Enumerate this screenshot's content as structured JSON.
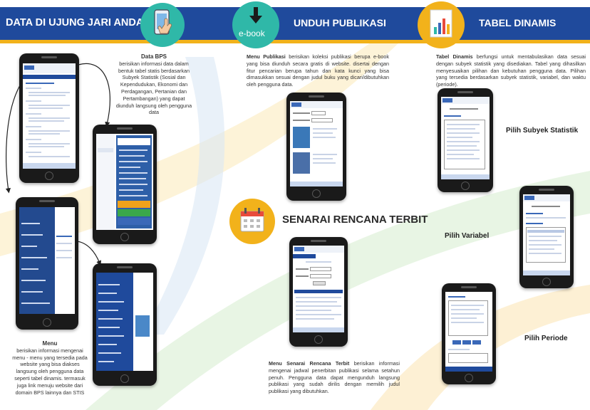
{
  "header": {
    "section1_title": "DATA DI UJUNG JARI ANDA",
    "section2_title": "UNDUH PUBLIKASI",
    "section3_title": "TABEL DINAMIS",
    "ebook_label": "e-book"
  },
  "data_bps": {
    "heading": "Data BPS",
    "text": "berisikan informasi data dalam bentuk tabel statis berdasarkan Subyek Statistik (Sosial dan Kependudukan, Ekonomi dan Perdagangan, Pertanian dan Pertambangan) yang dapat diunduh langsung oleh pengguna data"
  },
  "menu": {
    "heading": "Menu",
    "text": "berisikan informasi mengenai menu - menu yang tersedia pada website yang bisa diakses langsung oleh pengguna data seperti tabel dinamis. termasuk juga link menuju website dari domain BPS lainnya dan STIS"
  },
  "publikasi": {
    "heading": "Menu Publikasi",
    "text": "berisikan koleksi publikasi berupa e-book yang bisa diunduh secara gratis di website. disertai dengan fitur pencarian berupa tahun dan kata kunci yang bisa dimasukkan sesuai dengan judul buku yang dicari/dibutuhkan oleh pengguna data."
  },
  "senarai": {
    "title": "SENARAI RENCANA TERBIT",
    "heading": "Menu Senarai Rencana Terbit",
    "text": "berisikan informasi mengenai jadwal penerbitan publikasi selama setahun penuh. Pengguna data dapat mengunduh langsung publikasi yang sudah dirilis dengan memilih judul publikasi yang dibutuhkan."
  },
  "tabel_dinamis": {
    "heading": "Tabel Dinamis",
    "text": "berfungsi untuk mentabulasikan data sesuai dengan subyek statistik yang disediakan. Tabel yang dihasilkan menyesuaikan pilihan dan kebutuhan pengguna data. Pilihan yang tersedia berdasarkan subyek statistik, variabel, dan waktu (periode).",
    "step1": "Pilih Subyek Statistik",
    "step2": "Pilih Variabel",
    "step3": "Pilih Periode"
  },
  "colors": {
    "header_blue": "#1f4a9c",
    "accent_yellow": "#f2b21b",
    "teal": "#2fb8a8",
    "orange": "#f0a21c"
  }
}
